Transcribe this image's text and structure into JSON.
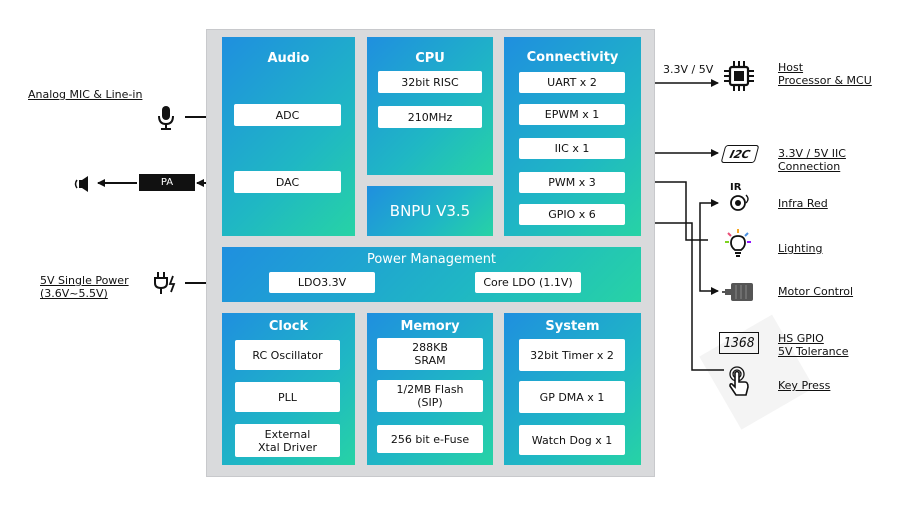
{
  "blocks": {
    "audio": {
      "title": "Audio",
      "adc": "ADC",
      "dac": "DAC"
    },
    "cpu": {
      "title": "CPU",
      "items": [
        "32bit RISC",
        "210MHz"
      ]
    },
    "bnpu": {
      "title": "BNPU V3.5"
    },
    "connectivity": {
      "title": "Connectivity",
      "items": [
        "UART x 2",
        "EPWM x 1",
        "IIC x 1",
        "PWM x 3",
        "GPIO x 6"
      ]
    },
    "power": {
      "title": "Power Management",
      "items": [
        "LDO3.3V",
        "Core LDO (1.1V)"
      ]
    },
    "clock": {
      "title": "Clock",
      "items": [
        "RC Oscillator",
        "PLL",
        "External\nXtal Driver"
      ]
    },
    "memory": {
      "title": "Memory",
      "items": [
        "288KB\nSRAM",
        "1/2MB Flash\n(SIP)",
        "256 bit e-Fuse"
      ]
    },
    "system": {
      "title": "System",
      "items": [
        "32bit Timer x 2",
        "GP DMA x 1",
        "Watch Dog x 1"
      ]
    }
  },
  "external": {
    "analog_mic": "Analog MIC & Line-in",
    "pa": "PA",
    "power_in": "5V Single Power\n(3.6V~5.5V)",
    "uart_voltage": "3.3V / 5V",
    "host": "Host\nProcessor & MCU",
    "i2c_icon_text": "I2C",
    "i2c": "3.3V / 5V IIC\nConnection",
    "ir_icon_text": "IR",
    "infra_red": "Infra Red",
    "lighting": "Lighting",
    "motor": "Motor Control",
    "seg_display": "1368",
    "hs_gpio": "HS GPIO\n5V Tolerance",
    "key_press": "Key Press"
  },
  "colors": {
    "gradient_start": "#1f8fdf",
    "gradient_end": "#27d3a5",
    "frame": "#d9dadc"
  }
}
